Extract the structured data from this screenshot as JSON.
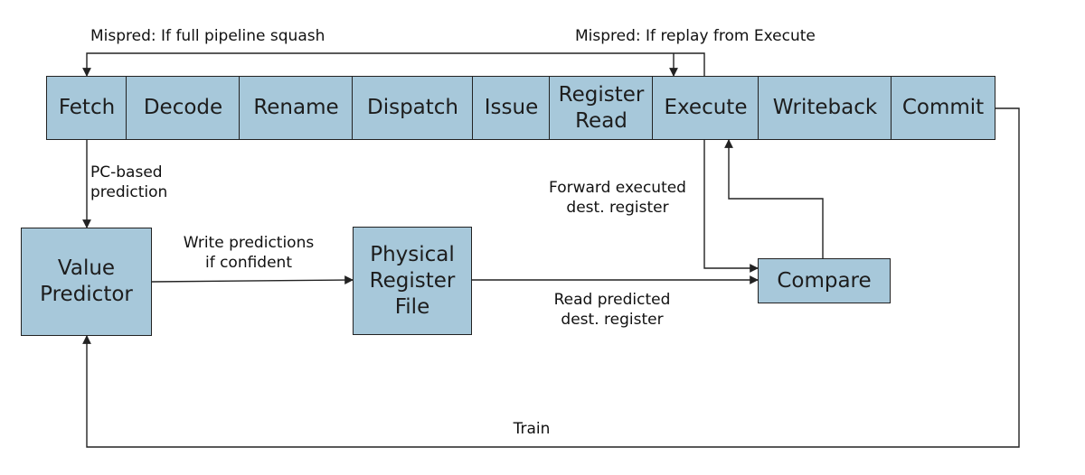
{
  "pipeline": {
    "stages": [
      {
        "label": "Fetch"
      },
      {
        "label": "Decode"
      },
      {
        "label": "Rename"
      },
      {
        "label": "Dispatch"
      },
      {
        "label": "Issue"
      },
      {
        "label": "Register\nRead"
      },
      {
        "label": "Execute"
      },
      {
        "label": "Writeback"
      },
      {
        "label": "Commit"
      }
    ]
  },
  "blocks": {
    "value_predictor": "Value\nPredictor",
    "physical_register_file": "Physical\nRegister\nFile",
    "compare": "Compare"
  },
  "labels": {
    "mispred_full_squash": "Mispred: If full pipeline squash",
    "mispred_replay": "Mispred: If replay from Execute",
    "pc_based_prediction": "PC-based\nprediction",
    "write_predictions": "Write predictions\nif confident",
    "forward_executed": "Forward executed\ndest. register",
    "read_predicted": "Read predicted\ndest. register",
    "train": "Train"
  },
  "colors": {
    "box_fill": "#a7c8da",
    "line": "#222222"
  }
}
